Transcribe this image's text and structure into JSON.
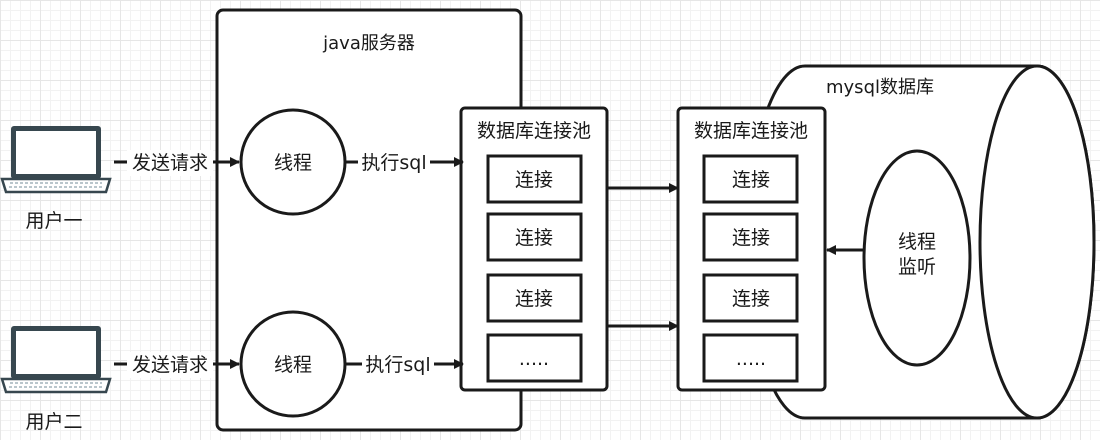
{
  "java_server": {
    "title": "java服务器"
  },
  "users": [
    {
      "label": "用户一",
      "request_label": "发送请求",
      "thread_label": "线程",
      "exec_label": "执行sql"
    },
    {
      "label": "用户二",
      "request_label": "发送请求",
      "thread_label": "线程",
      "exec_label": "执行sql"
    }
  ],
  "java_pool": {
    "title": "数据库连接池",
    "connections": [
      "连接",
      "连接",
      "连接",
      "....."
    ]
  },
  "mysql": {
    "title": "mysql数据库",
    "pool": {
      "title": "数据库连接池",
      "connections": [
        "连接",
        "连接",
        "连接",
        "....."
      ]
    },
    "listener": {
      "line1": "线程",
      "line2": "监听"
    }
  },
  "icons": {
    "user": "laptop-icon"
  },
  "colors": {
    "stroke": "#1a1a1a",
    "laptop_frame": "#37474f",
    "laptop_screen": "#ffffff",
    "background_grid": "#e6e6e6"
  }
}
